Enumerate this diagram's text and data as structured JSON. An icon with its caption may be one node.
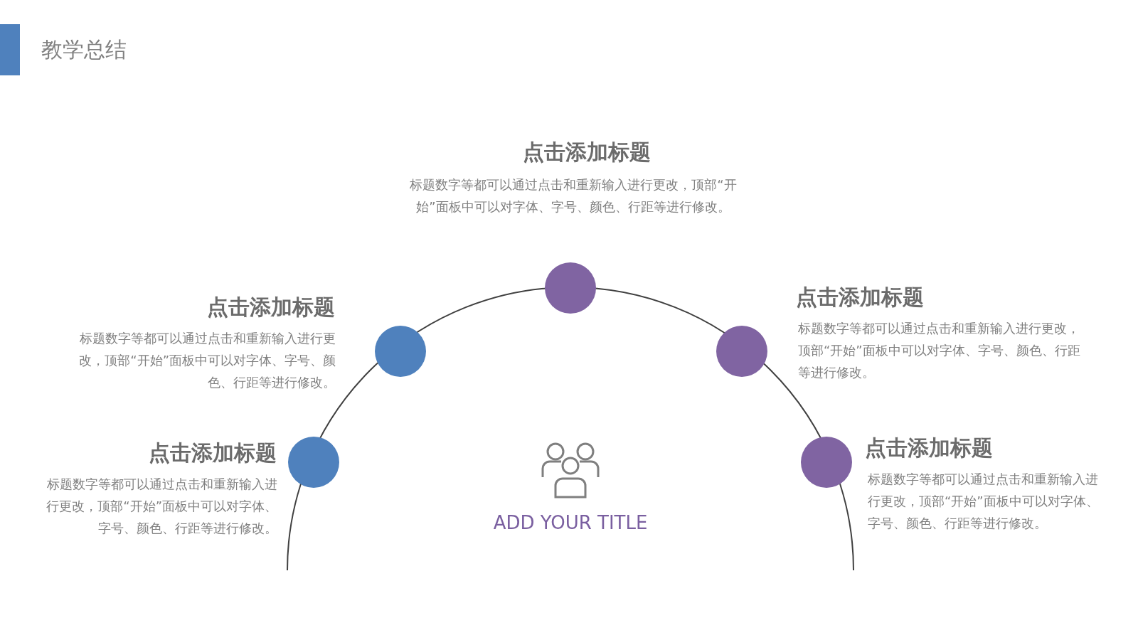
{
  "diagram": {
    "title": "教学总结",
    "nodes": [
      {
        "text": [],
        "shape": "circle",
        "beside": [
          "点击添加标题",
          "标题数字等都可以通过点击和重新输入进行更改，顶部“开始”面板中可以对字体、字号、颜色、行距等进行修改。"
        ]
      },
      {
        "text": [],
        "shape": "circle",
        "beside": [
          "点击添加标题",
          "标题数字等都可以通过点击和重新输入进行更改，顶部“开始”面板中可以对字体、字号、颜色、行距等进行修改。"
        ]
      },
      {
        "text": [],
        "shape": "circle",
        "beside": [
          "点击添加标题",
          "标题数字等都可以通过点击和重新输入进行更改，顶部“开始”面板中可以对字体、字号、颜色、行距等进行修改。"
        ]
      },
      {
        "text": [],
        "shape": "circle",
        "beside": [
          "点击添加标题",
          "标题数字等都可以通过点击和重新输入进行更改，顶部“开始”面板中可以对字体、字号、颜色、行距等进行修改。"
        ]
      },
      {
        "text": [],
        "shape": "circle",
        "beside": [
          "点击添加标题",
          "标题数字等都可以通过点击和重新输入进行更改，顶部“开始”面板中可以对字体、字号、颜色、行距等进行修改。"
        ]
      }
    ],
    "edges": [],
    "labels": [
      "ADD YOUR TITLE"
    ]
  }
}
